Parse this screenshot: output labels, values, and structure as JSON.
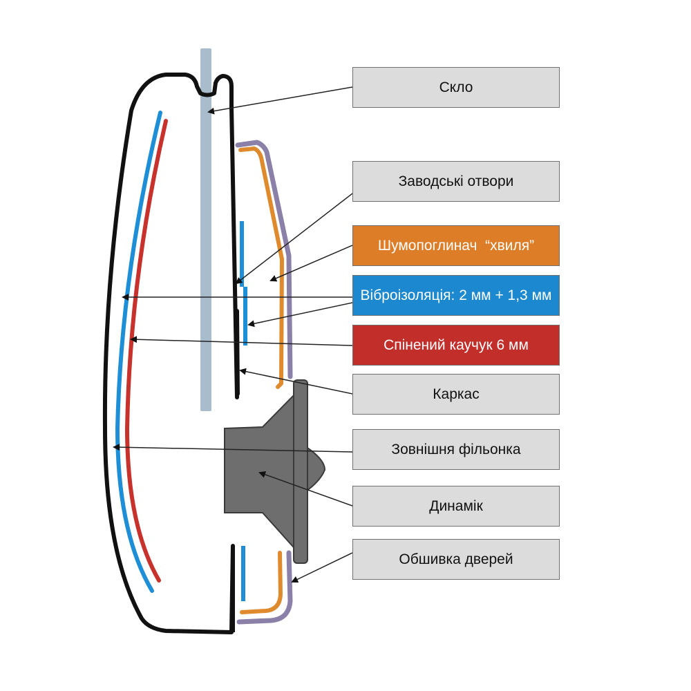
{
  "colors": {
    "outline": "#111111",
    "glass": "#a9bccb",
    "blue_layer": "#1e8fd6",
    "red_layer": "#c8322c",
    "orange_layer": "#e08a2e",
    "trim": "#8a80a8",
    "speaker": "#6e6e6e",
    "box_default": "#dcdcdc",
    "box_orange": "#dd7d27",
    "box_blue": "#1b88cf",
    "box_red": "#c22e2a"
  },
  "labels": [
    {
      "id": "glass",
      "text": "Скло",
      "style": "default"
    },
    {
      "id": "factory-holes",
      "text": "Заводські отвори",
      "style": "default"
    },
    {
      "id": "wave-absorber",
      "text": "Шумопоглинач  “хвиля”",
      "style": "orange"
    },
    {
      "id": "vibro-insulation",
      "text": "Віброізоляція: 2 мм + 1,3 мм",
      "style": "blue"
    },
    {
      "id": "foam-rubber",
      "text": "Спінений каучук 6 мм",
      "style": "red"
    },
    {
      "id": "frame",
      "text": "Каркас",
      "style": "default"
    },
    {
      "id": "outer-panel",
      "text": "Зовнішня фільонка",
      "style": "default"
    },
    {
      "id": "speaker",
      "text": "Динамік",
      "style": "default"
    },
    {
      "id": "door-trim",
      "text": "Обшивка дверей",
      "style": "default"
    }
  ]
}
